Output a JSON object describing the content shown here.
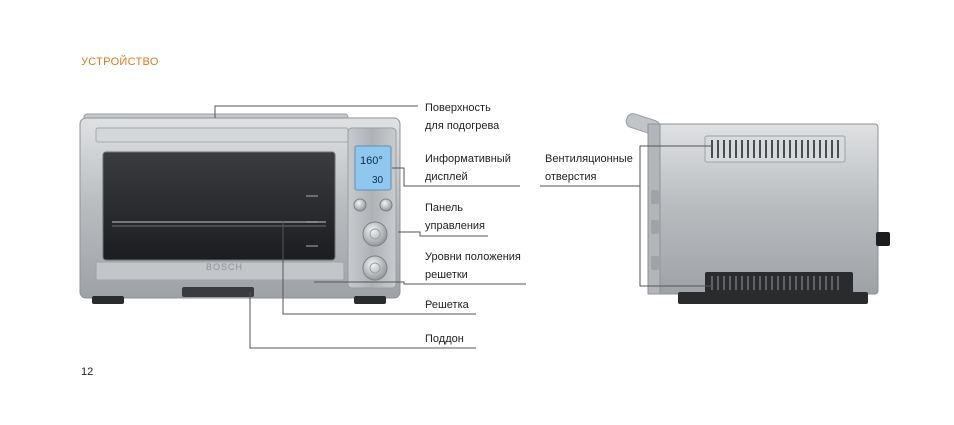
{
  "section_title": "УСТРОЙСТВО",
  "page_number": "12",
  "oven_brand_plate": "BOSCH",
  "display": {
    "temperature": "160°",
    "time": "30"
  },
  "callouts": {
    "warming_surface": [
      "Поверхность",
      "для подогрева"
    ],
    "info_display": [
      "Информативный",
      "дисплей"
    ],
    "control_panel": [
      "Панель",
      "управления"
    ],
    "rack_levels": [
      "Уровни положения",
      "решетки"
    ],
    "rack": [
      "Решетка"
    ],
    "tray": [
      "Поддон"
    ],
    "vents": [
      "Вентиляционные",
      "отверстия"
    ]
  },
  "colors": {
    "accent": "#e07a1f",
    "steel": "#b9bcbf",
    "glass": "#2b2d30",
    "display": "#8fc7ee",
    "leader_line": "#555555"
  }
}
